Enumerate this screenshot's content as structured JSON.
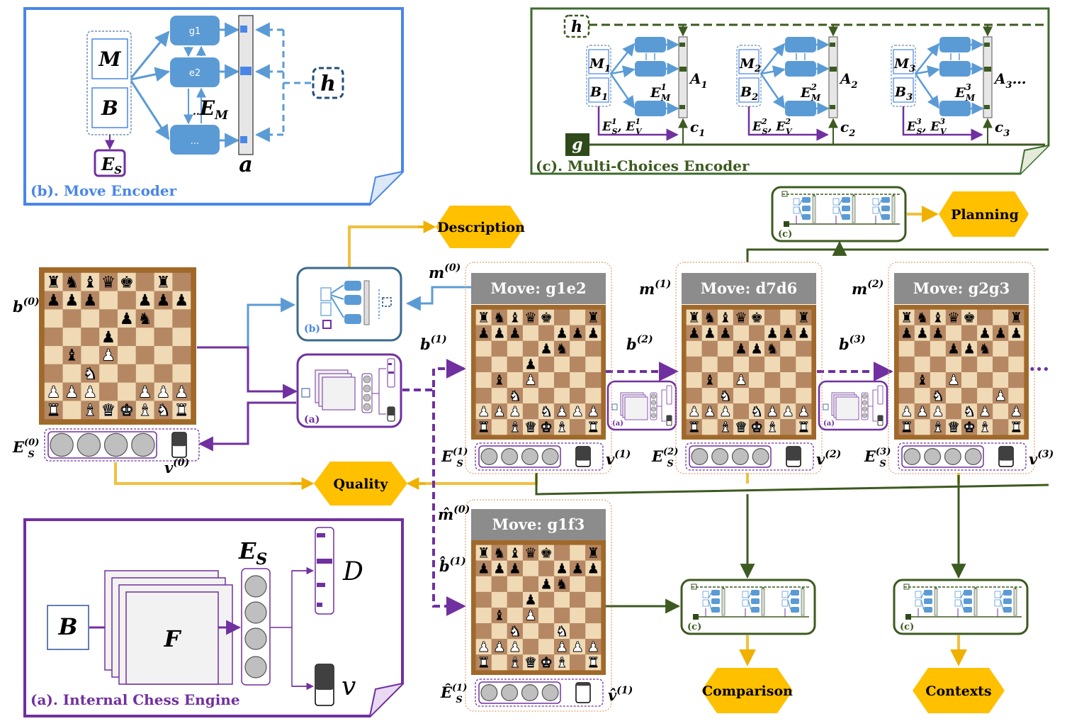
{
  "panels": {
    "move_encoder": {
      "title": "(b). Move Encoder",
      "color": "#4a86e8"
    },
    "multi_choice": {
      "title": "(c). Multi-Choices  Encoder",
      "color": "#3d6b2e"
    },
    "engine": {
      "title": "(a). Internal  Chess Engine",
      "color": "#7030a0"
    }
  },
  "move_encoder": {
    "m": "M",
    "b": "B",
    "es_main": "E",
    "es_sub": "S",
    "node1": "g1",
    "node2": "e2",
    "node3": "...",
    "em_main": "E",
    "em_sub": "M",
    "em_dots": "..",
    "a": "a",
    "h": "h"
  },
  "multi_choice": {
    "h": "h",
    "g": "g",
    "groups": [
      {
        "m": "M",
        "m_sub": "1",
        "b": "B",
        "b_sub": "1",
        "em_sup": "1",
        "a_sub": "1",
        "c_sub": "1",
        "es_sup": "1",
        "a_suffix": ""
      },
      {
        "m": "M",
        "m_sub": "2",
        "b": "B",
        "b_sub": "2",
        "em_sup": "2",
        "a_sub": "2",
        "c_sub": "2",
        "es_sup": "2",
        "a_suffix": ""
      },
      {
        "m": "M",
        "m_sub": "3",
        "b": "B",
        "b_sub": "3",
        "em_sup": "3",
        "a_sub": "3",
        "c_sub": "3",
        "es_sup": "3",
        "a_suffix": "…"
      }
    ],
    "em": "E",
    "em_sub": "M",
    "es": "E",
    "es_sub": "S",
    "ev": "E",
    "ev_sub": "V",
    "a": "A",
    "c": "c"
  },
  "outputs": {
    "description": "Description",
    "planning": "Planning",
    "quality": "Quality",
    "comparison": "Comparison",
    "contexts": "Contexts"
  },
  "moves": [
    {
      "label": "Move: g1e2",
      "m_main": "m",
      "m_sup": "(0)",
      "b_main": "b",
      "b_sup": "(1)",
      "es_sup": "(1)",
      "v_sup": "(1)"
    },
    {
      "label": "Move: d7d6",
      "m_main": "m",
      "m_sup": "(1)",
      "b_main": "b",
      "b_sup": "(2)",
      "es_sup": "(2)",
      "v_sup": "(2)"
    },
    {
      "label": "Move: g2g3",
      "m_main": "m",
      "m_sup": "(2)",
      "b_main": "b",
      "b_sup": "(3)",
      "es_sup": "(3)",
      "v_sup": "(3)"
    }
  ],
  "alt_move": {
    "label": "Move: g1f3",
    "m_main": "m̂",
    "m_sup": "(0)",
    "b_main": "b̂",
    "b_sup": "(1)",
    "es_main": "Ê",
    "es_sup": "(1)",
    "v_main": "v̂",
    "v_sup": "(1)"
  },
  "initial": {
    "b_main": "b",
    "b_sup": "(0)",
    "es_sup": "(0)",
    "v_sup": "(0)"
  },
  "small_labels": {
    "a": "(a)",
    "b": "(b)",
    "c": "(c)"
  },
  "engine": {
    "b": "B",
    "f": "F",
    "es": "E",
    "es_sub": "S",
    "d": "D",
    "v": "v"
  },
  "ellipsis": "···",
  "colors": {
    "blue": "#5b9bd5",
    "blue_dark": "#2f5597",
    "green": "#3d5a20",
    "purple": "#7030a0",
    "gold": "#ffc000",
    "gold_line": "#f0c040",
    "board_light": "#f0d9b5",
    "board_dark": "#b58863",
    "board_frame": "#a0692a",
    "move_header": "#8c8c8c"
  },
  "boards": {
    "b0": [
      "rnbqk1r.",
      "ppp..ppp",
      "....pn..",
      "...p....",
      ".b.P....",
      "..N.....",
      "PPP..PPP",
      "R.BQKBNR"
    ],
    "b1": [
      "rnbqk..r",
      "ppp..ppp",
      "....pn..",
      "...p....",
      ".b.P....",
      "..N.....",
      "PPP.NPPP",
      "R.BQKB.R"
    ],
    "b2": [
      "rnbqk..r",
      "ppp..ppp",
      "...ppn..",
      "........",
      ".b.P....",
      "..N.....",
      "PPP.NPPP",
      "R.BQKB.R"
    ],
    "b3": [
      "rnbqk..r",
      "ppp..ppp",
      "...ppn..",
      "........",
      ".b.P....",
      "..N...P.",
      "PPP.NP.P",
      "R.BQKB.R"
    ],
    "b1hat": [
      "rnbqk..r",
      "ppp..ppp",
      "....pn..",
      "...p....",
      ".b.P....",
      "..N..N..",
      "PPP..PPP",
      "R.BQKB.R"
    ]
  }
}
